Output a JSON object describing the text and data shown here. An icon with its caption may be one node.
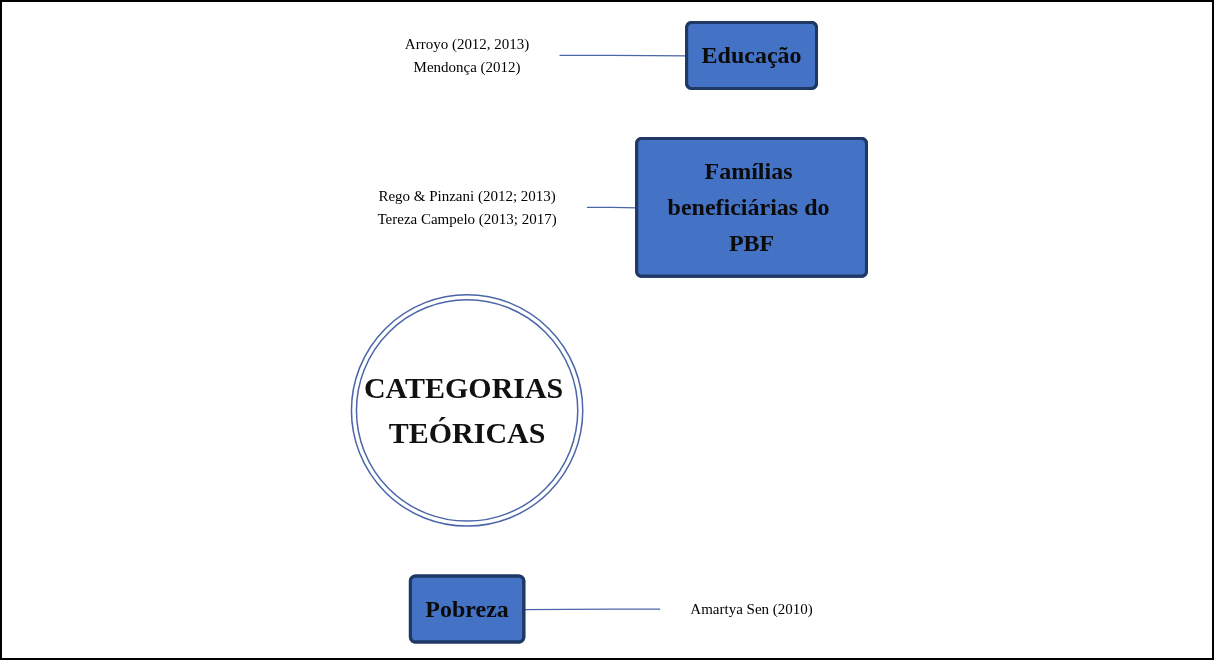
{
  "diagram": {
    "nodes": [
      {
        "text": [
          "Arroyo (2012, 2013)",
          "Mendonça (2012)"
        ]
      },
      {
        "text": [
          "Educação"
        ]
      },
      {
        "text": [
          "Rego & Pinzani (2012; 2013)",
          "Tereza Campelo (2013; 2017)"
        ]
      },
      {
        "text": [
          "Famílias beneficiárias do PBF"
        ]
      },
      {
        "text": [
          "CATEGORIAS TEÓRICAS"
        ]
      },
      {
        "text": [
          "Pobreza"
        ]
      },
      {
        "text": [
          "Amartya Sen (2010)"
        ]
      }
    ],
    "edges": [
      {
        "from": 2,
        "to": 3,
        "arrow": "none"
      },
      {
        "from": 0,
        "to": 1,
        "arrow": "none"
      },
      {
        "from": 5,
        "to": 6,
        "arrow": "none"
      }
    ]
  }
}
